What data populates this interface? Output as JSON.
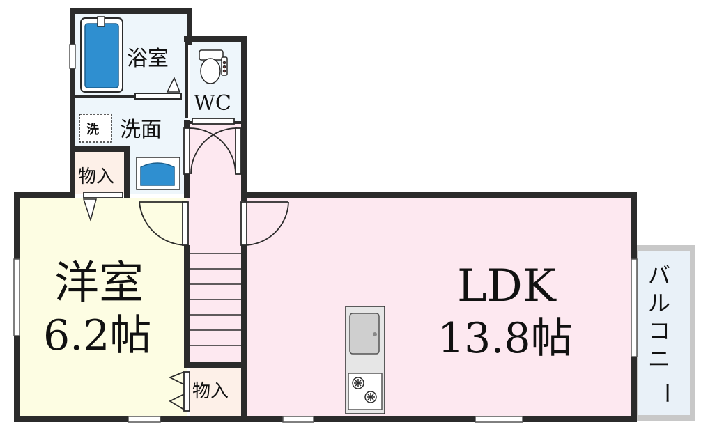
{
  "rooms": {
    "bath": "浴室",
    "wc": "WC",
    "washroom": "洗面",
    "washer": "洗",
    "closet_top": "物入",
    "closet_bottom": "物入",
    "western_room": {
      "name": "洋室",
      "size": "6.2帖"
    },
    "ldk": {
      "name": "LDK",
      "size": "13.8帖"
    },
    "balcony": [
      "バ",
      "ル",
      "コ",
      "ニ",
      "ー"
    ]
  },
  "colors": {
    "wall": "#2b2b2b",
    "western_floor": "#fdfde3",
    "ldk_floor": "#fde8f0",
    "wet_floor": "#eef6fb",
    "closet_floor": "#fdf0e8",
    "balcony_floor": "#e9f1f8",
    "fixture_blue": "#2f8fd0"
  }
}
